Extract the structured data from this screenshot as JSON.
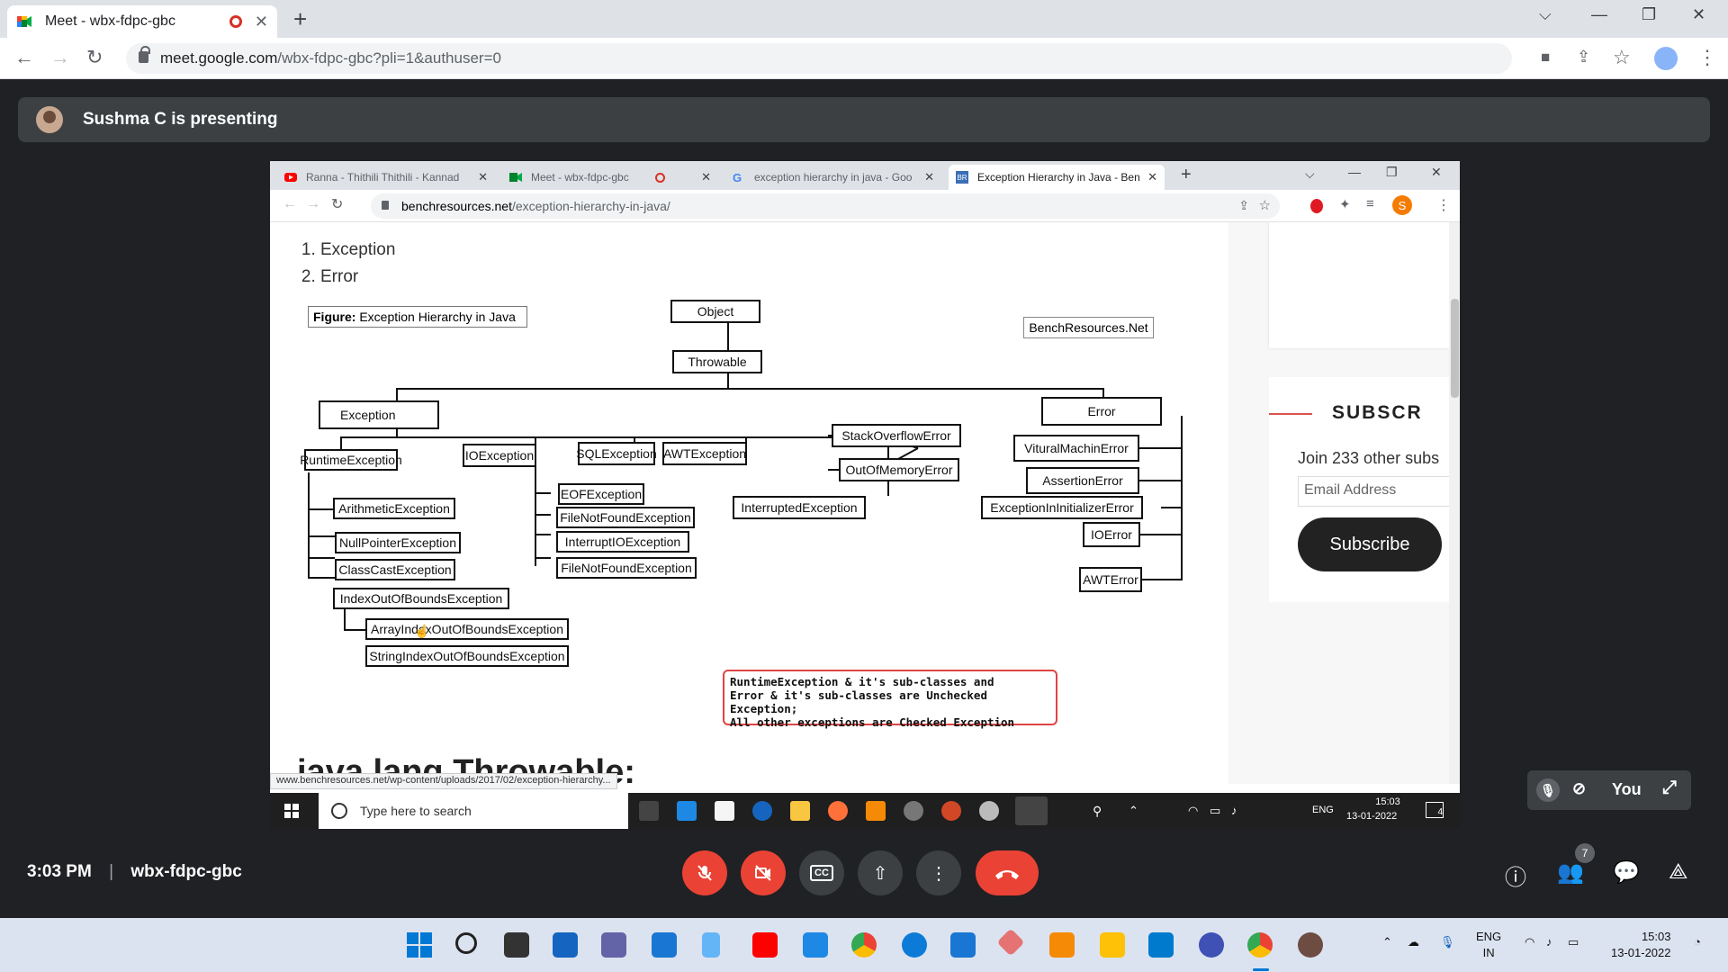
{
  "browser": {
    "tab_title": "Meet - wbx-fdpc-gbc",
    "url_host": "meet.google.com",
    "url_path": "/wbx-fdpc-gbc?pli=1&authuser=0",
    "profile_initial": ""
  },
  "meet": {
    "presenting_text": "Sushma C is presenting",
    "time": "3:03 PM",
    "meeting_code": "wbx-fdpc-gbc",
    "participants_badge": "7",
    "self_label": "You"
  },
  "shared": {
    "tabs": [
      {
        "title": "Ranna - Thithili Thithili - Kannad"
      },
      {
        "title": "Meet - wbx-fdpc-gbc"
      },
      {
        "title": "exception hierarchy in java - Goo"
      },
      {
        "title": "Exception Hierarchy in Java - Ben"
      }
    ],
    "url_host": "benchresources.net",
    "url_path": "/exception-hierarchy-in-java/",
    "profile_initial": "S",
    "list": [
      "Exception",
      "Error"
    ],
    "figure_label_bold": "Figure:",
    "figure_label": "Exception Hierarchy in Java",
    "brand": "BenchResources.Net",
    "heading": "java.lang.Throwable:",
    "status_url": "www.benchresources.net/wp-content/uploads/2017/02/exception-hierarchy...",
    "sidebar": {
      "subscribe_heading": "SUBSCR",
      "join_text": "Join 233 other subs",
      "email_placeholder": "Email Address",
      "subscribe_button": "Subscribe"
    },
    "diagram": {
      "object": "Object",
      "throwable": "Throwable",
      "exception": "Exception",
      "error": "Error",
      "runtime": "RuntimeException",
      "ioexception": "IOException",
      "sqlexception": "SQLException",
      "awtexception": "AWTException",
      "arithmetic": "ArithmeticException",
      "nullpointer": "NullPointerException",
      "classcast": "ClassCastException",
      "indexoob": "IndexOutOfBoundsException",
      "arrayindex": "ArrayIndexOutOfBoundsException",
      "stringindex": "StringIndexOutOfBoundsException",
      "eof": "EOFException",
      "filenotfound1": "FileNotFoundException",
      "interruptio": "InterruptIOException",
      "filenotfound2": "FileNotFoundException",
      "interrupted": "InterruptedException",
      "stackoverflow": "StackOverflowError",
      "outofmemory": "OutOfMemoryError",
      "virtualmachine": "VituralMachinError",
      "assertion": "AssertionError",
      "eiie": "ExceptionInInitializerError",
      "ioerror": "IOError",
      "awterror": "AWTError",
      "note_lines": [
        "RuntimeException & it's sub-classes and",
        "Error & it's sub-classes are Unchecked Exception;",
        "All other exceptions are Checked Exception"
      ]
    },
    "taskbar": {
      "search_placeholder": "Type here to search",
      "lang": "ENG",
      "time": "15:03",
      "date": "13-01-2022",
      "notif_count": "4"
    }
  },
  "os_taskbar": {
    "lang_line1": "ENG",
    "lang_line2": "IN",
    "time": "15:03",
    "date": "13-01-2022"
  },
  "colors": {
    "meet_bg": "#202124",
    "hangup": "#ea4335",
    "accent": "#1a73e8"
  }
}
